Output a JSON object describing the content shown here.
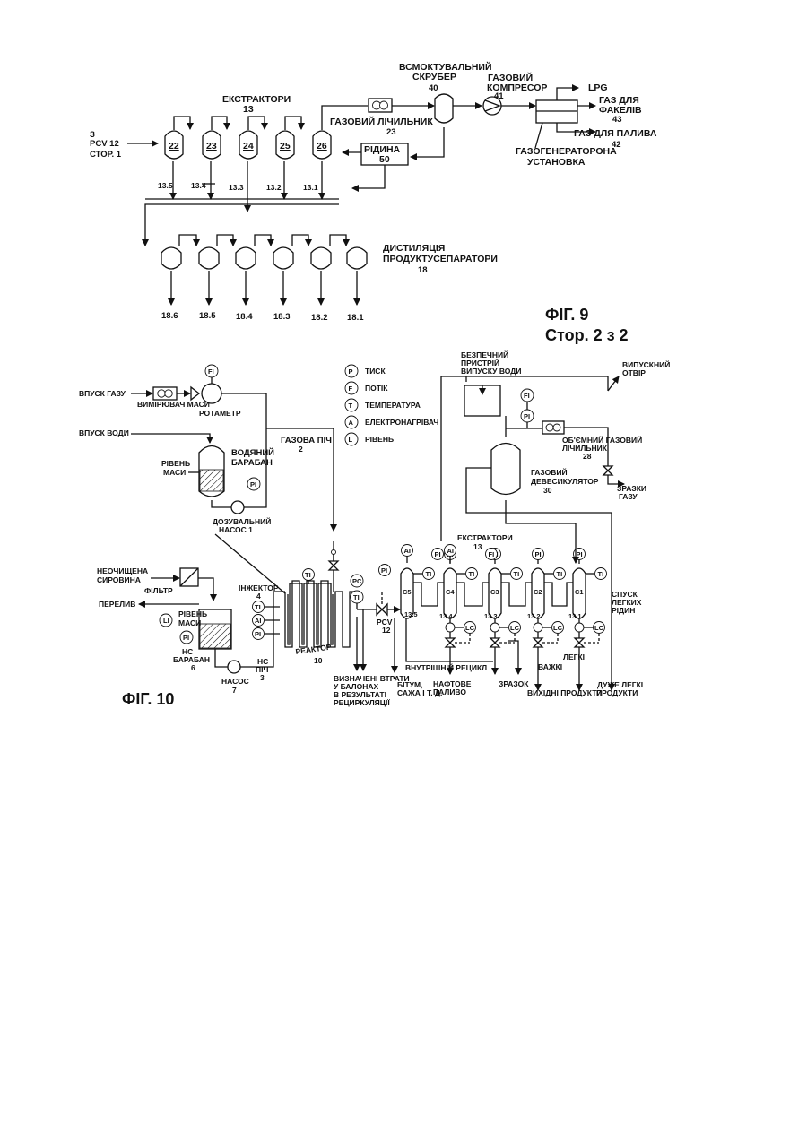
{
  "fig9": {
    "title": "ФІГ. 9",
    "page_label": "Стор. 2 з 2",
    "input": {
      "l1": "З",
      "l2": "PCV 12",
      "l3": "СТОР. 1"
    },
    "extractors_label": "ЕКСТРАКТОРИ",
    "extractors_num": "13",
    "vessels": [
      "22",
      "23",
      "24",
      "25",
      "26"
    ],
    "streams": [
      "13.5",
      "13.4",
      "13.3",
      "13.2",
      "13.1"
    ],
    "gas_meter": {
      "l1": "ГАЗОВИЙ ЛІЧИЛЬНИК",
      "num": "23"
    },
    "scrubber": {
      "l1": "ВСМОКТУВАЛЬНИЙ",
      "l2": "СКРУБЕР",
      "num": "40"
    },
    "compressor": {
      "l1": "ГАЗОВИЙ",
      "l2": "КОМПРЕСОР",
      "num": "41"
    },
    "liquid": {
      "l1": "РІДИНА",
      "num": "50"
    },
    "gasgen": {
      "l1": "ГАЗОГЕНЕРАТОРОНА",
      "l2": "УСТАНОВКА"
    },
    "outputs": {
      "lpg": "LPG",
      "flare1": "ГАЗ ДЛЯ",
      "flare2": "ФАКЕЛІВ",
      "flare_num": "43",
      "fuel": "ГАЗ ДЛЯ ПАЛИВА",
      "fuel_num": "42"
    },
    "distill": {
      "l1": "ДИСТИЛЯЦІЯ",
      "l2": "ПРОДУКТУСЕПАРАТОРИ",
      "num": "18"
    },
    "bottom_streams": [
      "18.6",
      "18.5",
      "18.4",
      "18.3",
      "18.2",
      "18.1"
    ]
  },
  "fig10": {
    "title": "ФІГ. 10",
    "legend": [
      {
        "sym": "P",
        "text": "ТИСК"
      },
      {
        "sym": "F",
        "text": "ПОТІК"
      },
      {
        "sym": "T",
        "text": "ТЕМПЕРАТУРА"
      },
      {
        "sym": "A",
        "text": "ЕЛЕКТРОНАГРІВАЧ"
      },
      {
        "sym": "L",
        "text": "РІВЕНЬ"
      }
    ],
    "gas_in": "ВПУСК ГАЗУ",
    "mass_meter": "ВИМІРЮВАЧ МАСИ",
    "rotameter": "РОТАМЕТР",
    "fi": "FI",
    "water_in": "ВПУСК ВОДИ",
    "water_drum": {
      "l1": "ВОДЯНИЙ",
      "l2": "БАРАБАН"
    },
    "mass_level": {
      "l1": "РІВЕНЬ",
      "l2": "МАСИ"
    },
    "pi": "PI",
    "ti": "TI",
    "ai": "AI",
    "pc": "PC",
    "li": "LI",
    "lc": "LC",
    "dosing_pump": {
      "l1": "ДОЗУВАЛЬНИЙ",
      "l2": "НАСОС 1"
    },
    "gas_furnace": {
      "l1": "ГАЗОВА ПІЧ",
      "num": "2"
    },
    "raw": {
      "l1": "НЕОЧИЩЕНА",
      "l2": "СИРОВИНА"
    },
    "filter": "ФІЛЬТР",
    "overflow": "ПЕРЕЛИВ",
    "level_mass2": {
      "l1": "РІВЕНЬ",
      "l2": "МАСИ"
    },
    "hs_drum": {
      "l1": "HC",
      "l2": "БАРАБАН",
      "num": "6"
    },
    "hs_pump": {
      "l1": "НАСОС",
      "num": "7"
    },
    "hs_furnace": {
      "l1": "HC",
      "l2": "ПІЧ",
      "num": "3"
    },
    "injector": {
      "l1": "ІНЖЕКТОР",
      "num": "4"
    },
    "reactor": {
      "l1": "РЕАКТОР",
      "num": "10"
    },
    "pcv": {
      "l1": "PCV",
      "num": "12"
    },
    "safety": {
      "l1": "БЕЗПЕЧНИЙ",
      "l2": "ПРИСТРІЙ",
      "l3": "ВИПУСКУ ВОДИ"
    },
    "exhaust": {
      "l1": "ВИПУСКНИЙ",
      "l2": "ОТВІР"
    },
    "vol_meter": {
      "l1": "ОБ'ЄМНИЙ ГАЗОВИЙ",
      "l2": "ЛІЧИЛЬНИК",
      "num": "28"
    },
    "devesic": {
      "l1": "ГАЗОВИЙ",
      "l2": "ДЕВЕСИКУЛЯТОР",
      "num": "30"
    },
    "gas_samples": {
      "l1": "ЗРАЗКИ",
      "l2": "ГАЗУ"
    },
    "extractors": {
      "l1": "ЕКСТРАКТОРИ",
      "num": "13"
    },
    "columns": [
      "C5",
      "C4",
      "C3",
      "C2",
      "C1"
    ],
    "streams": [
      "13.5",
      "13.4",
      "13.3",
      "13.2",
      "13.1"
    ],
    "light_drain": {
      "l1": "СПУСК",
      "l2": "ЛЕГКИХ",
      "l3": "РІДИН"
    },
    "losses": {
      "l1": "ВИЗНАЧЕНІ ВТРАТИ",
      "l2": "У БАЛОНАХ",
      "l3": "В РЕЗУЛЬТАТІ",
      "l4": "РЕЦИРКУЛЯЦІЇ"
    },
    "internal_recycle": "ВНУТРІШНІЙ РЕЦИКЛ",
    "bitumen": {
      "l1": "БІТУМ,",
      "l2": "САЖА І Т. Д."
    },
    "fuel_oil": {
      "l1": "НАФТОВЕ",
      "l2": "ПАЛИВО"
    },
    "sample": "ЗРАЗОК",
    "heavy": "ВАЖКІ",
    "light": "ЛЕГКІ",
    "outputs": "ВИХІДНІ ПРОДУКТИ",
    "very_light": {
      "l1": "ДУЖЕ ЛЕГКІ",
      "l2": "ПРОДУКТИ"
    }
  }
}
